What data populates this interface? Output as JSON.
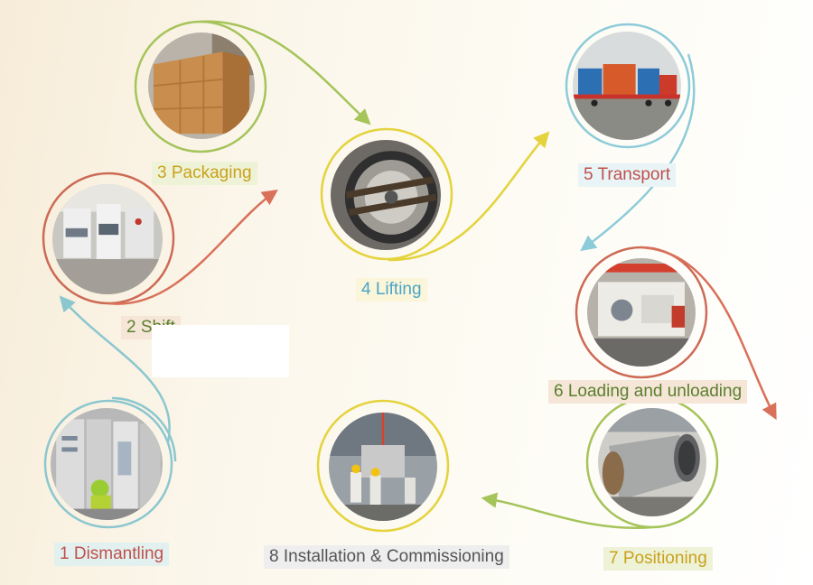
{
  "steps": [
    {
      "label": "1 Dismantling",
      "ring": "#8cc7cf",
      "text": "#c0504d",
      "bg": "#e2f1ef",
      "photo": "electrical-cabinets-icon"
    },
    {
      "label": "2 Shift",
      "ring": "#cd6a55",
      "text": "#5b7f2f",
      "bg": "#f5e6d7",
      "photo": "factory-presses-icon"
    },
    {
      "label": "3 Packaging",
      "ring": "#a5c45a",
      "text": "#c9a21d",
      "bg": "#eef2d6",
      "photo": "wooden-crate-icon"
    },
    {
      "label": "4 Lifting",
      "ring": "#e4d33c",
      "text": "#4aa5c9",
      "bg": "#fbf5d9",
      "photo": "gear-ring-icon"
    },
    {
      "label": "5 Transport",
      "ring": "#8ccbd9",
      "text": "#c0504d",
      "bg": "#e8f4f6",
      "photo": "truck-icon"
    },
    {
      "label": "6 Loading and unloading",
      "ring": "#cd6a55",
      "text": "#5b7f2f",
      "bg": "#f5e6d7",
      "photo": "overhead-crane-icon"
    },
    {
      "label": "7 Positioning",
      "ring": "#a5c45a",
      "text": "#c9a21d",
      "bg": "#eef2d6",
      "photo": "steel-drum-icon"
    },
    {
      "label": "8 Installation & Commissioning",
      "ring": "#e4d33c",
      "text": "#555555",
      "bg": "#eeeeee",
      "photo": "workers-assembly-icon"
    }
  ],
  "arrow_colors": {
    "dismantling_to_shift": "#8cc7cf",
    "shift_to_lifting": "#cd6a55",
    "packaging_to_lifting": "#a5c45a",
    "lifting_to_transport": "#e4d33c",
    "transport_to_loading": "#8ccbd9",
    "loading_to_positioning": "#cd6a55",
    "positioning_to_installation": "#a5c45a"
  }
}
